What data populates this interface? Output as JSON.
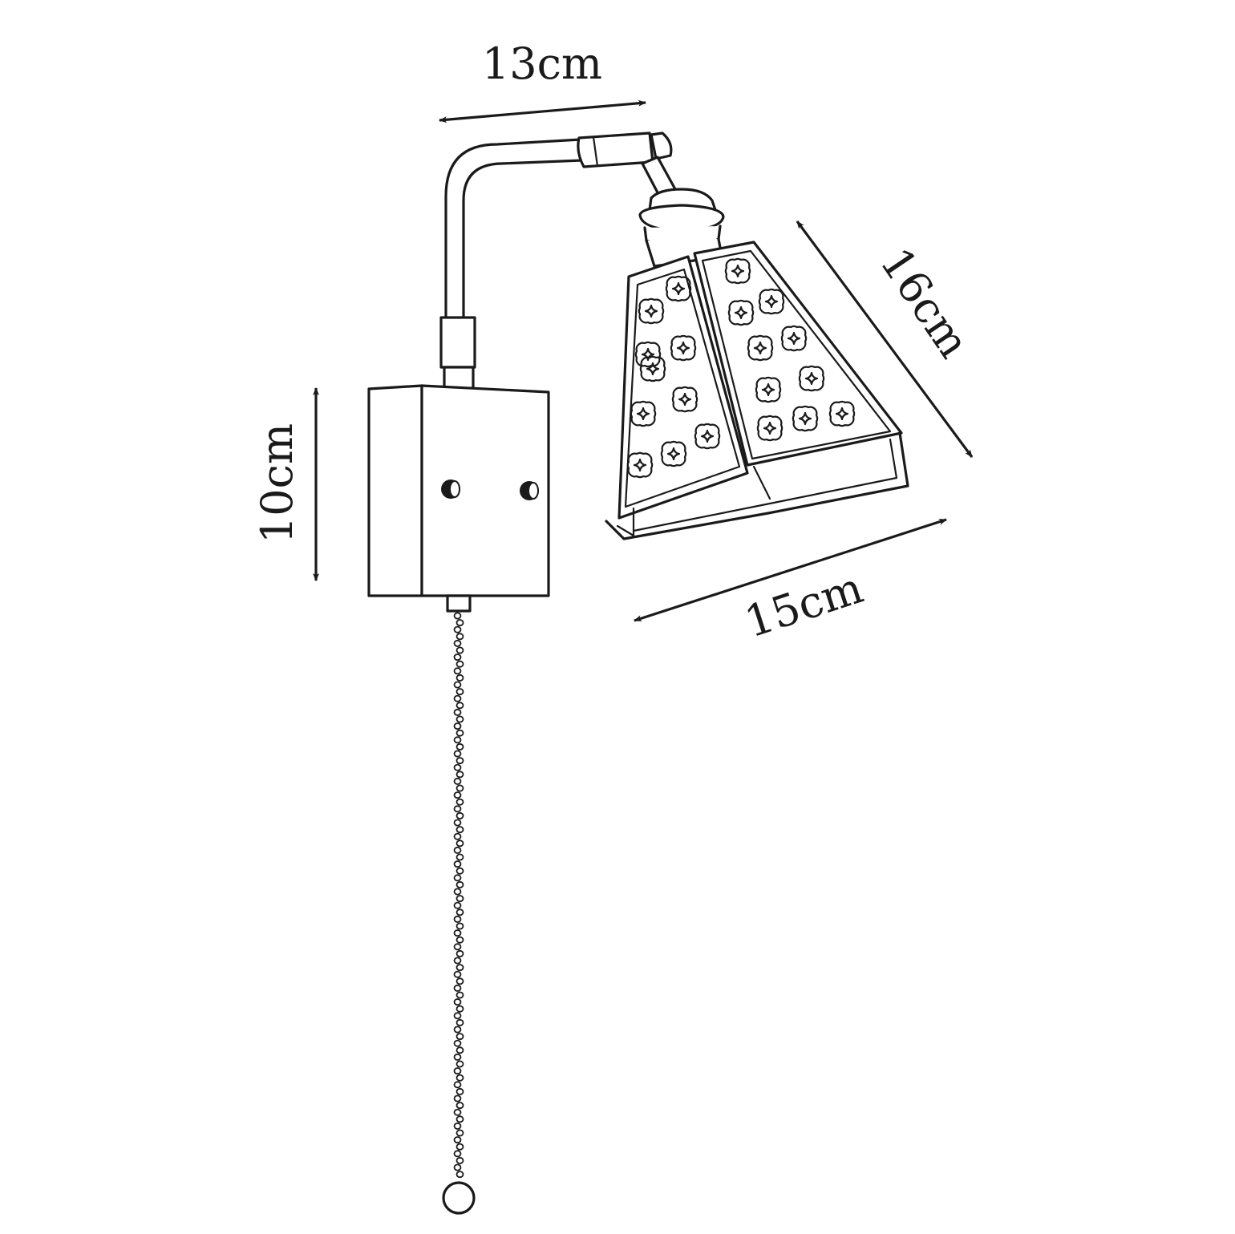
{
  "dimensions": {
    "arm_length": "13cm",
    "shade_height": "16cm",
    "shade_width": "15cm",
    "box_height": "10cm"
  },
  "colors": {
    "line": "#1a1a1a",
    "background": "#ffffff"
  }
}
